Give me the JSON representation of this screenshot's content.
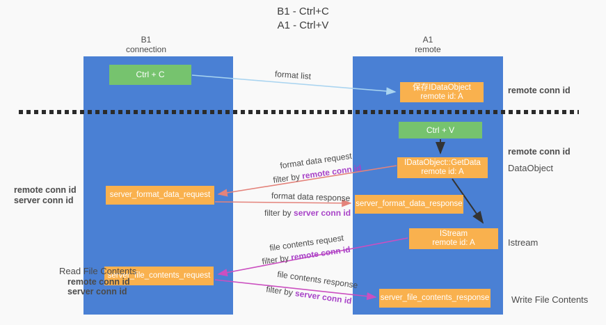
{
  "title": {
    "line1": "B1 - Ctrl+C",
    "line2": "A1 - Ctrl+V"
  },
  "columns": {
    "left": {
      "header_line1": "B1",
      "header_line2": "connection"
    },
    "right": {
      "header_line1": "A1",
      "header_line2": "remote"
    }
  },
  "nodes": {
    "ctrl_c": "Ctrl + C",
    "ctrl_v": "Ctrl + V",
    "save_dataobject": {
      "line1": "保存IDataObject",
      "line2": "remote id: A"
    },
    "getdata": {
      "line1": "IDataObject::GetData",
      "line2": "remote id: A"
    },
    "istream": {
      "line1": "IStream",
      "line2": "remote id: A"
    },
    "server_format_data_request": "server_format_data_request",
    "server_format_data_response": "server_format_data_response",
    "server_file_contents_request": "server_file_contents_request",
    "server_file_contents_response": "server_file_contents_response"
  },
  "arrow_labels": {
    "format_list": "format list",
    "format_data_request": "format data request",
    "format_data_response": "format data response",
    "file_contents_request": "file contents request",
    "file_contents_response": "file contents response",
    "filter_by": "filter by ",
    "remote_conn_id": "remote conn id",
    "server_conn_id": "server conn id"
  },
  "side_labels": {
    "left_remote_conn_id": "remote conn id",
    "left_server_conn_id": "server conn id",
    "read_file_contents": "Read File Contents",
    "left_remote_conn_id2": "remote conn id",
    "left_server_conn_id2": "server conn id",
    "right_remote_conn_id_top": "remote conn id",
    "right_remote_conn_id_mid": "remote conn id",
    "dataobject": "DataObject",
    "istream": "Istream",
    "write_file_contents": "Write File Contents"
  },
  "colors": {
    "column_blue": "#4a80d4",
    "box_green": "#76c36e",
    "box_orange": "#f9b14e",
    "arrow_salmon": "#e4837b",
    "arrow_magenta": "#cb4fc0",
    "arrow_lightblue": "#a9d4f0",
    "arrow_black": "#333333",
    "text_purple": "#a843c8",
    "text_green": "#5eb75c"
  }
}
